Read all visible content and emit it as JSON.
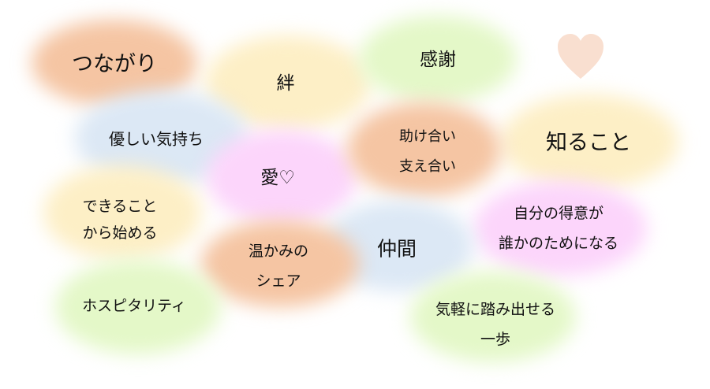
{
  "colors": {
    "orange": "#f5c5a3",
    "yellow": "#fdefc6",
    "green": "#e4f8c8",
    "blue": "#dce8f5",
    "pink": "#fcd5fb",
    "heart": "#f9dfd0"
  },
  "words": [
    {
      "id": "tsunagari",
      "lines": [
        "つながり"
      ]
    },
    {
      "id": "kizuna",
      "lines": [
        "絆"
      ]
    },
    {
      "id": "kansha",
      "lines": [
        "感謝"
      ]
    },
    {
      "id": "yasashii",
      "lines": [
        "優しい気持ち"
      ]
    },
    {
      "id": "ai",
      "lines": [
        "愛♡"
      ]
    },
    {
      "id": "tasukeai",
      "lines": [
        "助け合い",
        "支え合い"
      ]
    },
    {
      "id": "shirukoto",
      "lines": [
        "知ること"
      ]
    },
    {
      "id": "dekirukoto",
      "lines": [
        "できること",
        "から始める"
      ]
    },
    {
      "id": "tokui",
      "lines": [
        "自分の得意が",
        "誰かのためになる"
      ]
    },
    {
      "id": "atatakami",
      "lines": [
        "温かみの",
        "シェア"
      ]
    },
    {
      "id": "nakama",
      "lines": [
        "仲間"
      ]
    },
    {
      "id": "hospitality",
      "lines": [
        "ホスピタリティ"
      ]
    },
    {
      "id": "ippo",
      "lines": [
        "気軽に踏み出せる",
        "一歩"
      ]
    }
  ],
  "heart_icon": "heart-icon"
}
